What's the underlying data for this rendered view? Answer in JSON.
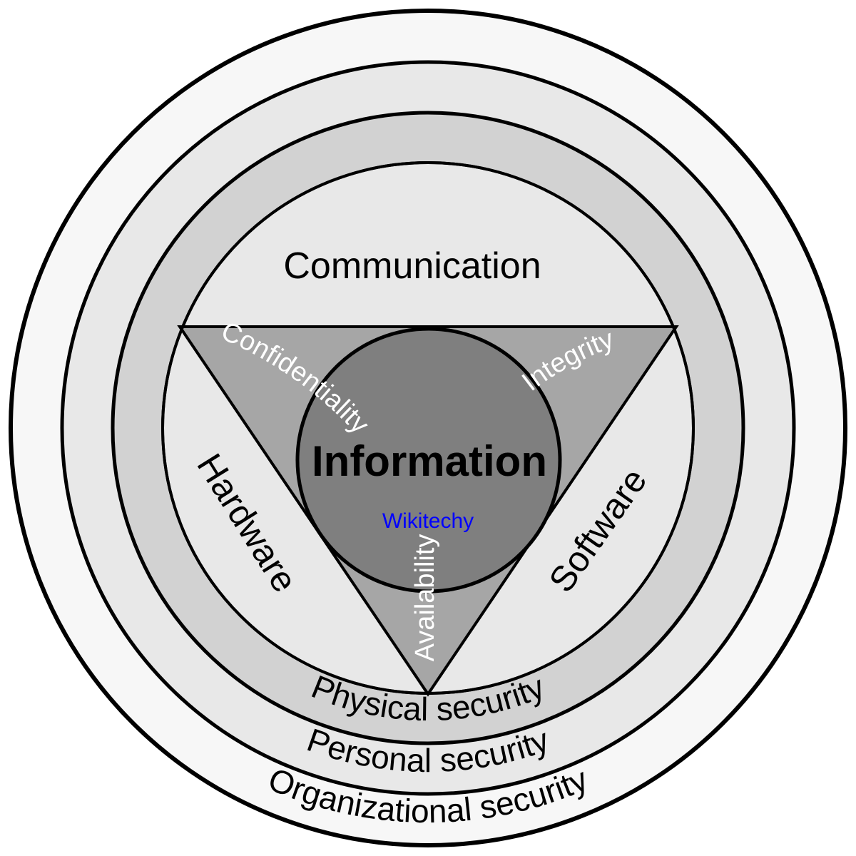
{
  "center": {
    "label": "Information",
    "brand": "Wikitechy",
    "brand_color": "#0000ff"
  },
  "triangle": {
    "left_edge": "Confidentiality",
    "right_edge": "Integrity",
    "bottom_edge": "Availability",
    "label_color": "#ffffff"
  },
  "segments": {
    "top": "Communication",
    "left": "Hardware",
    "right": "Software"
  },
  "ring_labels": [
    "Physical security",
    "Personal security",
    "Organizational security"
  ],
  "colors": {
    "canvas": "#ffffff",
    "outer_ring": "#f7f7f7",
    "personal_ring": "#e8e8e8",
    "physical_ring": "#d2d2d2",
    "inner_disc": "#e8e8e8",
    "triangle": "#a6a6a6",
    "center_disc": "#7f7f7f",
    "outline": "#000000",
    "label": "#000000"
  }
}
